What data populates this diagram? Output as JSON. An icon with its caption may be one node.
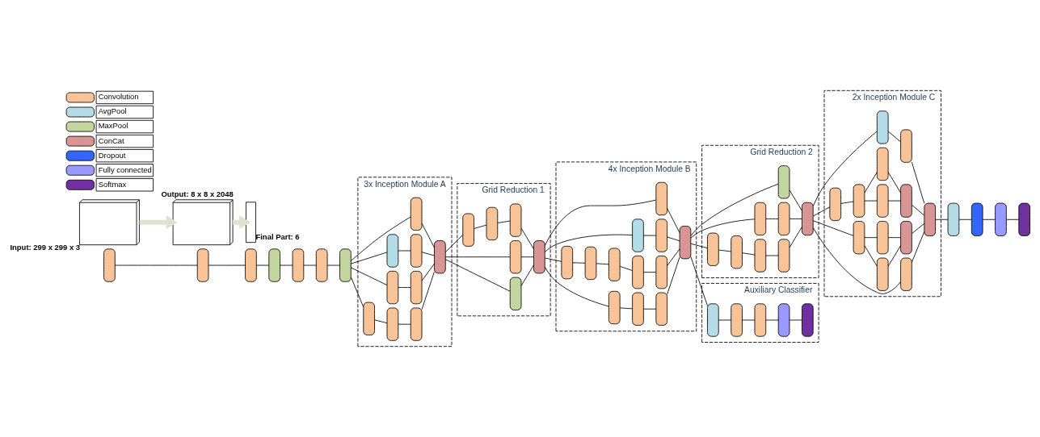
{
  "diagram": {
    "nodes": [
      {
        "text": [],
        "shape": "pill"
      },
      {
        "text": [],
        "shape": "pill"
      },
      {
        "text": [],
        "shape": "pill"
      },
      {
        "text": [],
        "shape": "pill"
      },
      {
        "text": [],
        "shape": "pill"
      },
      {
        "text": [],
        "shape": "pill"
      },
      {
        "text": [],
        "shape": "pill"
      },
      {
        "text": [
          "3x Inception Module A"
        ]
      },
      {
        "text": [],
        "shape": "pill",
        "in": 7
      },
      {
        "text": [],
        "shape": "pill",
        "in": 7
      },
      {
        "text": [],
        "shape": "pill",
        "in": 7
      },
      {
        "text": [],
        "shape": "pill",
        "in": 7
      },
      {
        "text": [],
        "shape": "pill",
        "in": 7
      },
      {
        "text": [],
        "shape": "pill",
        "in": 7
      },
      {
        "text": [],
        "shape": "pill",
        "in": 7
      },
      {
        "text": [],
        "shape": "pill",
        "in": 7
      },
      {
        "text": [],
        "shape": "pill",
        "in": 7
      },
      {
        "text": [
          "Grid Reduction 1"
        ]
      },
      {
        "text": [],
        "shape": "pill",
        "in": 17
      },
      {
        "text": [],
        "shape": "pill",
        "in": 17
      },
      {
        "text": [],
        "shape": "pill",
        "in": 17
      },
      {
        "text": [],
        "shape": "pill",
        "in": 17
      },
      {
        "text": [],
        "shape": "pill",
        "in": 17
      },
      {
        "text": [],
        "shape": "pill",
        "in": 17
      },
      {
        "text": [
          "4x Inception Module B"
        ]
      },
      {
        "text": [],
        "shape": "pill",
        "in": 24
      },
      {
        "text": [],
        "shape": "pill",
        "in": 24
      },
      {
        "text": [],
        "shape": "pill",
        "in": 24
      },
      {
        "text": [],
        "shape": "pill",
        "in": 24
      },
      {
        "text": [],
        "shape": "pill",
        "in": 24
      },
      {
        "text": [],
        "shape": "pill",
        "in": 24
      },
      {
        "text": [],
        "shape": "pill",
        "in": 24
      },
      {
        "text": [],
        "shape": "pill",
        "in": 24
      },
      {
        "text": [],
        "shape": "pill",
        "in": 24
      },
      {
        "text": [],
        "shape": "pill",
        "in": 24
      },
      {
        "text": [],
        "shape": "pill",
        "in": 24
      },
      {
        "text": [],
        "shape": "pill",
        "in": 24
      },
      {
        "text": [
          "Grid Reduction 2"
        ]
      },
      {
        "text": [],
        "shape": "pill",
        "in": 37
      },
      {
        "text": [],
        "shape": "pill",
        "in": 37
      },
      {
        "text": [],
        "shape": "pill",
        "in": 37
      },
      {
        "text": [],
        "shape": "pill",
        "in": 37
      },
      {
        "text": [],
        "shape": "pill",
        "in": 37
      },
      {
        "text": [],
        "shape": "pill",
        "in": 37
      },
      {
        "text": [],
        "shape": "pill",
        "in": 37
      },
      {
        "text": [],
        "shape": "pill",
        "in": 37
      },
      {
        "text": [
          "2x Inception Module C"
        ]
      },
      {
        "text": [],
        "shape": "pill",
        "in": 46
      },
      {
        "text": [],
        "shape": "pill",
        "in": 46
      },
      {
        "text": [],
        "shape": "pill",
        "in": 46
      },
      {
        "text": [],
        "shape": "pill",
        "in": 46
      },
      {
        "text": [],
        "shape": "pill",
        "in": 46
      },
      {
        "text": [],
        "shape": "pill",
        "in": 46
      },
      {
        "text": [],
        "shape": "pill",
        "in": 46
      },
      {
        "text": [],
        "shape": "pill",
        "in": 46
      },
      {
        "text": [],
        "shape": "pill",
        "in": 46
      },
      {
        "text": [],
        "shape": "pill",
        "in": 46
      },
      {
        "text": [],
        "shape": "pill",
        "in": 46
      },
      {
        "text": [],
        "shape": "pill",
        "in": 46
      },
      {
        "text": [],
        "shape": "pill",
        "in": 46
      },
      {
        "text": [],
        "shape": "pill"
      },
      {
        "text": [],
        "shape": "pill"
      },
      {
        "text": [],
        "shape": "pill"
      },
      {
        "text": [],
        "shape": "pill"
      },
      {
        "text": [
          "Auxiliary Classifier"
        ]
      },
      {
        "text": [],
        "shape": "pill",
        "in": 64
      },
      {
        "text": [],
        "shape": "pill",
        "in": 64
      },
      {
        "text": [],
        "shape": "pill",
        "in": 64
      },
      {
        "text": [],
        "shape": "pill",
        "in": 64
      },
      {
        "text": [],
        "shape": "pill",
        "in": 64
      },
      {
        "text": [],
        "shape": "cuboid",
        "beside": [
          "Input: 299 x 299 x 3"
        ]
      },
      {
        "text": [],
        "shape": "cuboid",
        "beside": [
          "Output: 8 x 8 x 2048"
        ]
      },
      {
        "text": [],
        "shape": "box",
        "beside": [
          "Final Part: 6"
        ]
      }
    ],
    "edges": [
      {
        "from": 0,
        "to": 1,
        "arrow": "none"
      },
      {
        "from": 1,
        "to": 2,
        "arrow": "none"
      },
      {
        "from": 2,
        "to": 3,
        "arrow": "none"
      },
      {
        "from": 3,
        "to": 4,
        "arrow": "none"
      },
      {
        "from": 4,
        "to": 5,
        "arrow": "none"
      },
      {
        "from": 5,
        "to": 6,
        "arrow": "none"
      },
      {
        "from": 6,
        "to": 8,
        "arrow": "none"
      },
      {
        "from": 6,
        "to": 9,
        "arrow": "none"
      },
      {
        "from": 9,
        "to": 10,
        "arrow": "none"
      },
      {
        "from": 6,
        "to": 11,
        "arrow": "none"
      },
      {
        "from": 11,
        "to": 12,
        "arrow": "none"
      },
      {
        "from": 12,
        "to": 13,
        "arrow": "none"
      },
      {
        "from": 6,
        "to": 14,
        "arrow": "none"
      },
      {
        "from": 14,
        "to": 15,
        "arrow": "none"
      },
      {
        "from": 8,
        "to": 16,
        "arrow": "none"
      },
      {
        "from": 10,
        "to": 16,
        "arrow": "none"
      },
      {
        "from": 13,
        "to": 16,
        "arrow": "none"
      },
      {
        "from": 15,
        "to": 16,
        "arrow": "none"
      },
      {
        "from": 16,
        "to": 18,
        "arrow": "none"
      },
      {
        "from": 16,
        "to": 19,
        "arrow": "none"
      },
      {
        "from": 19,
        "to": 20,
        "arrow": "none"
      },
      {
        "from": 20,
        "to": 21,
        "arrow": "none"
      },
      {
        "from": 16,
        "to": 22,
        "arrow": "none"
      },
      {
        "from": 18,
        "to": 23,
        "arrow": "none"
      },
      {
        "from": 21,
        "to": 23,
        "arrow": "none"
      },
      {
        "from": 22,
        "to": 23,
        "arrow": "none"
      },
      {
        "from": 23,
        "to": 25,
        "arrow": "none"
      },
      {
        "from": 23,
        "to": 26,
        "arrow": "none"
      },
      {
        "from": 26,
        "to": 27,
        "arrow": "none"
      },
      {
        "from": 27,
        "to": 28,
        "arrow": "none"
      },
      {
        "from": 23,
        "to": 29,
        "arrow": "none"
      },
      {
        "from": 29,
        "to": 30,
        "arrow": "none"
      },
      {
        "from": 30,
        "to": 31,
        "arrow": "none"
      },
      {
        "from": 31,
        "to": 32,
        "arrow": "none"
      },
      {
        "from": 32,
        "to": 33,
        "arrow": "none"
      },
      {
        "from": 23,
        "to": 34,
        "arrow": "none"
      },
      {
        "from": 34,
        "to": 35,
        "arrow": "none"
      },
      {
        "from": 25,
        "to": 36,
        "arrow": "none"
      },
      {
        "from": 28,
        "to": 36,
        "arrow": "none"
      },
      {
        "from": 33,
        "to": 36,
        "arrow": "none"
      },
      {
        "from": 35,
        "to": 36,
        "arrow": "none"
      },
      {
        "from": 36,
        "to": 38,
        "arrow": "none"
      },
      {
        "from": 38,
        "to": 39,
        "arrow": "none"
      },
      {
        "from": 36,
        "to": 40,
        "arrow": "none"
      },
      {
        "from": 40,
        "to": 41,
        "arrow": "none"
      },
      {
        "from": 41,
        "to": 42,
        "arrow": "none"
      },
      {
        "from": 42,
        "to": 43,
        "arrow": "none"
      },
      {
        "from": 36,
        "to": 44,
        "arrow": "none"
      },
      {
        "from": 39,
        "to": 45,
        "arrow": "none"
      },
      {
        "from": 43,
        "to": 45,
        "arrow": "none"
      },
      {
        "from": 44,
        "to": 45,
        "arrow": "none"
      },
      {
        "from": 36,
        "to": 65,
        "arrow": "none"
      },
      {
        "from": 65,
        "to": 66,
        "arrow": "none"
      },
      {
        "from": 66,
        "to": 67,
        "arrow": "none"
      },
      {
        "from": 67,
        "to": 68,
        "arrow": "none"
      },
      {
        "from": 68,
        "to": 69,
        "arrow": "none"
      },
      {
        "from": 45,
        "to": 47,
        "arrow": "none"
      },
      {
        "from": 45,
        "to": 48,
        "arrow": "none"
      },
      {
        "from": 48,
        "to": 49,
        "arrow": "none"
      },
      {
        "from": 48,
        "to": 50,
        "arrow": "none"
      },
      {
        "from": 49,
        "to": 51,
        "arrow": "none"
      },
      {
        "from": 50,
        "to": 51,
        "arrow": "none"
      },
      {
        "from": 45,
        "to": 52,
        "arrow": "none"
      },
      {
        "from": 52,
        "to": 53,
        "arrow": "none"
      },
      {
        "from": 53,
        "to": 54,
        "arrow": "none"
      },
      {
        "from": 53,
        "to": 55,
        "arrow": "none"
      },
      {
        "from": 54,
        "to": 56,
        "arrow": "none"
      },
      {
        "from": 55,
        "to": 56,
        "arrow": "none"
      },
      {
        "from": 45,
        "to": 57,
        "arrow": "none"
      },
      {
        "from": 57,
        "to": 58,
        "arrow": "none"
      },
      {
        "from": 47,
        "to": 59,
        "arrow": "none"
      },
      {
        "from": 51,
        "to": 59,
        "arrow": "none"
      },
      {
        "from": 56,
        "to": 59,
        "arrow": "none"
      },
      {
        "from": 58,
        "to": 59,
        "arrow": "none"
      },
      {
        "from": 59,
        "to": 60,
        "arrow": "none"
      },
      {
        "from": 60,
        "to": 61,
        "arrow": "none"
      },
      {
        "from": 61,
        "to": 62,
        "arrow": "none"
      },
      {
        "from": 62,
        "to": 63,
        "arrow": "none"
      },
      {
        "from": 70,
        "to": 71,
        "arrow": "to",
        "style": "thick",
        "color": "#dde3cf"
      },
      {
        "from": 71,
        "to": 72,
        "arrow": "to",
        "style": "thick",
        "color": "#dde3cf"
      }
    ],
    "legend": [
      {
        "text": "Convolution",
        "color": "#f8c397"
      },
      {
        "text": "AvgPool",
        "color": "#b4dce6"
      },
      {
        "text": "MaxPool",
        "color": "#c4d69f"
      },
      {
        "text": "ConCat",
        "color": "#d99594"
      },
      {
        "text": "Dropout",
        "color": "#3366ff"
      },
      {
        "text": "Fully connected",
        "color": "#9999ff"
      },
      {
        "text": "Softmax",
        "color": "#7030a0"
      }
    ]
  }
}
